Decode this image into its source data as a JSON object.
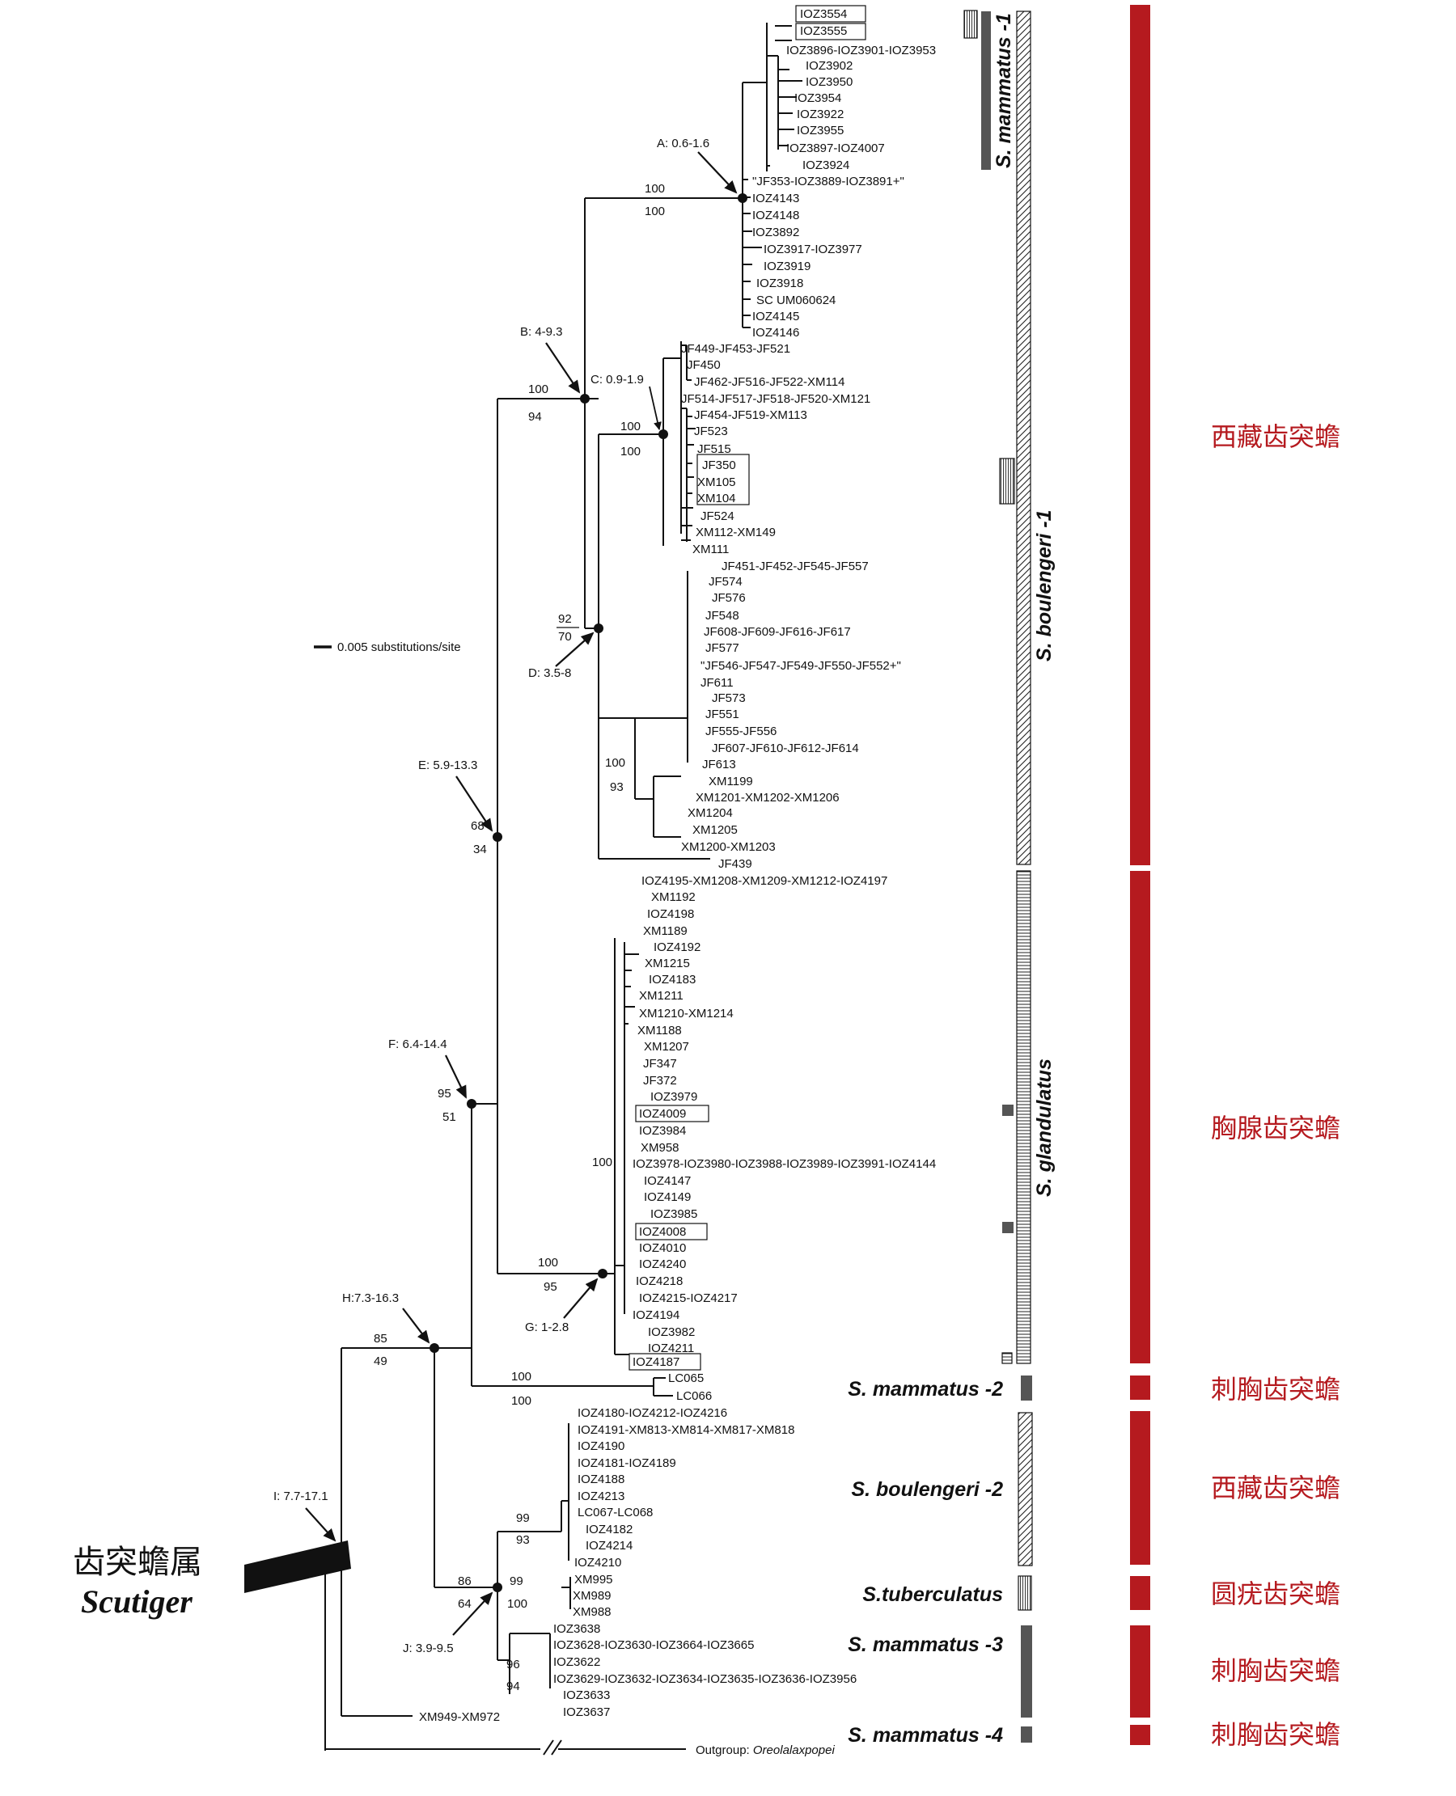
{
  "genus": {
    "cn": "齿突蟾属",
    "latin": "Scutiger"
  },
  "scale_bar": {
    "label": "0.005 substitutions/site"
  },
  "outgroup": {
    "label": "Outgroup: ",
    "species": "Oreolalaxpopei"
  },
  "colors": {
    "bar_red": "#b51a1f",
    "dark_gray": "#555555"
  },
  "nodes": [
    {
      "id": "A",
      "label": "A: 0.6-1.6",
      "top": "100",
      "bottom": "100"
    },
    {
      "id": "B",
      "label": "B: 4-9.3",
      "top": "100",
      "bottom": "94"
    },
    {
      "id": "C",
      "label": "C: 0.9-1.9",
      "top": "100",
      "bottom": "100"
    },
    {
      "id": "D",
      "label": "D: 3.5-8",
      "top": "92",
      "bottom": "70"
    },
    {
      "id": "D2",
      "label": "",
      "top": "100",
      "bottom": "93"
    },
    {
      "id": "E",
      "label": "E: 5.9-13.3",
      "top": "68",
      "bottom": "34"
    },
    {
      "id": "F",
      "label": "F: 6.4-14.4",
      "top": "95",
      "bottom": "51"
    },
    {
      "id": "G",
      "label": "G: 1-2.8",
      "top": "100",
      "bottom": "95"
    },
    {
      "id": "G2",
      "label": "",
      "top": "100",
      "bottom": ""
    },
    {
      "id": "H",
      "label": "H:7.3-16.3",
      "top": "85",
      "bottom": "49"
    },
    {
      "id": "LC",
      "label": "",
      "top": "100",
      "bottom": "100"
    },
    {
      "id": "B2",
      "label": "",
      "top": "99",
      "bottom": "93"
    },
    {
      "id": "TUB",
      "label": "",
      "top": "99",
      "bottom": "100"
    },
    {
      "id": "J",
      "label": "J: 3.9-9.5",
      "top": "86",
      "bottom": "64"
    },
    {
      "id": "M3",
      "label": "",
      "top": "96",
      "bottom": "94"
    },
    {
      "id": "I",
      "label": "I: 7.7-17.1",
      "top": "",
      "bottom": ""
    }
  ],
  "leaves": [
    "IOZ3554",
    "IOZ3555",
    "IOZ3896-IOZ3901-IOZ3953",
    "IOZ3902",
    "IOZ3950",
    "IOZ3954",
    "IOZ3922",
    "IOZ3955",
    "IOZ3897-IOZ4007",
    "IOZ3924",
    "\"JF353-IOZ3889-IOZ3891+\"",
    "IOZ4143",
    "IOZ4148",
    "IOZ3892",
    "IOZ3917-IOZ3977",
    "IOZ3919",
    "IOZ3918",
    "SC UM060624",
    "IOZ4145",
    "IOZ4146",
    "JF449-JF453-JF521",
    "JF450",
    "JF462-JF516-JF522-XM114",
    "JF514-JF517-JF518-JF520-XM121",
    "JF454-JF519-XM113",
    "JF523",
    "JF515",
    "JF350",
    "XM105",
    "XM104",
    "JF524",
    "XM112-XM149",
    "XM111",
    "JF451-JF452-JF545-JF557",
    "JF574",
    "JF576",
    "JF548",
    "JF608-JF609-JF616-JF617",
    "JF577",
    "\"JF546-JF547-JF549-JF550-JF552+\"",
    "JF611",
    "JF573",
    "JF551",
    "JF555-JF556",
    "JF607-JF610-JF612-JF614",
    "JF613",
    "XM1199",
    "XM1201-XM1202-XM1206",
    "XM1204",
    "XM1205",
    "XM1200-XM1203",
    "JF439",
    "IOZ4195-XM1208-XM1209-XM1212-IOZ4197",
    "XM1192",
    "IOZ4198",
    "XM1189",
    "IOZ4192",
    "XM1215",
    "IOZ4183",
    "XM1211",
    "XM1210-XM1214",
    "XM1188",
    "XM1207",
    "JF347",
    "JF372",
    "IOZ3979",
    "IOZ4009",
    "IOZ3984",
    "XM958",
    "IOZ3978-IOZ3980-IOZ3988-IOZ3989-IOZ3991-IOZ4144",
    "IOZ4147",
    "IOZ4149",
    "IOZ3985",
    "IOZ4008",
    "IOZ4010",
    "IOZ4240",
    "IOZ4218",
    "IOZ4215-IOZ4217",
    "IOZ4194",
    "IOZ3982",
    "IOZ4211",
    "IOZ4187",
    "LC065",
    "LC066",
    "IOZ4180-IOZ4212-IOZ4216",
    "IOZ4191-XM813-XM814-XM817-XM818",
    "IOZ4190",
    "IOZ4181-IOZ4189",
    "IOZ4188",
    "IOZ4213",
    "LC067-LC068",
    "IOZ4182",
    "IOZ4214",
    "IOZ4210",
    "XM995",
    "XM989",
    "XM988",
    "IOZ3638",
    "IOZ3628-IOZ3630-IOZ3664-IOZ3665",
    "IOZ3622",
    "IOZ3629-IOZ3632-IOZ3634-IOZ3635-IOZ3636-IOZ3956",
    "IOZ3633",
    "IOZ3637",
    "XM949-XM972"
  ],
  "clades": [
    {
      "name": "S. mammatus -1",
      "cn": ""
    },
    {
      "name": "S. boulengeri -1",
      "cn": "西藏齿突蟾"
    },
    {
      "name": "S. glandulatus",
      "cn": "胸腺齿突蟾"
    },
    {
      "name": "S. mammatus -2",
      "cn": "刺胸齿突蟾"
    },
    {
      "name": "S. boulengeri -2",
      "cn": "西藏齿突蟾"
    },
    {
      "name": "S.tuberculatus",
      "cn": "圆疣齿突蟾"
    },
    {
      "name": "S. mammatus -3",
      "cn": "刺胸齿突蟾"
    },
    {
      "name": "S. mammatus -4",
      "cn": "刺胸齿突蟾"
    }
  ]
}
